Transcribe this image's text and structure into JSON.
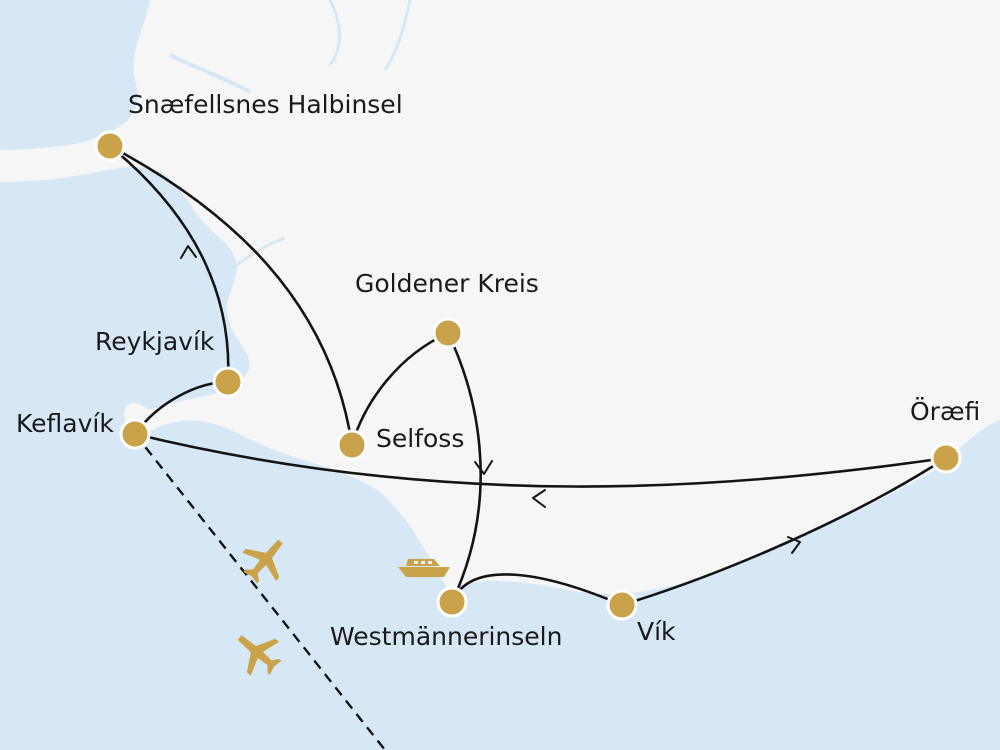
{
  "colors": {
    "sea": "#d6e8f5",
    "land": "#f6f6f6",
    "marker": "#c9a24a",
    "route": "#141414"
  },
  "places": [
    {
      "id": "snaefellsnes",
      "label": "Snæfellsnes Halbinsel"
    },
    {
      "id": "reykjavik",
      "label": "Reykjavík"
    },
    {
      "id": "keflavik",
      "label": "Keflavík"
    },
    {
      "id": "goldener-kreis",
      "label": "Goldener Kreis"
    },
    {
      "id": "selfoss",
      "label": "Selfoss"
    },
    {
      "id": "westmannerinseln",
      "label": "Westmännerinseln"
    },
    {
      "id": "vik",
      "label": "Vík"
    },
    {
      "id": "oraefi",
      "label": "Öræfi"
    }
  ],
  "icons": [
    "plane-icon",
    "plane-icon",
    "ferry-icon"
  ]
}
